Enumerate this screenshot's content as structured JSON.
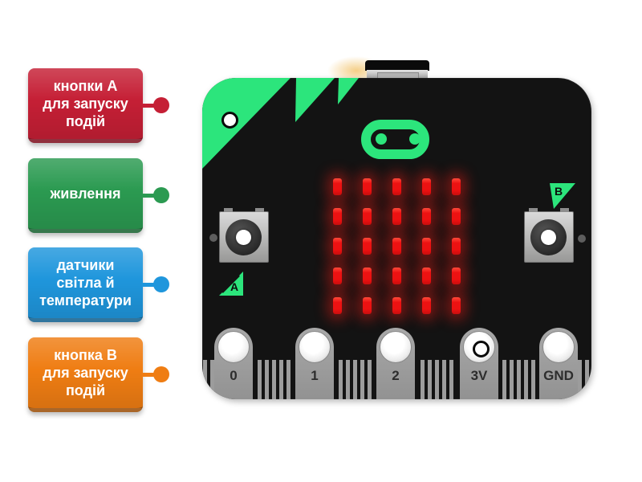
{
  "activity": {
    "kind_hint": "labelled-diagram",
    "background": "#ffffff"
  },
  "labels": [
    {
      "text": "кнопки А для запуску подій",
      "color": "#c51f35"
    },
    {
      "text": "живлення",
      "color": "#2b9a51"
    },
    {
      "text": "датчики світла й температури",
      "color": "#1f96dc"
    },
    {
      "text": "кнопка В для запуску подій",
      "color": "#ef7d13"
    }
  ],
  "board": {
    "body_color": "#131313",
    "accent_green": "#2ce57c",
    "led_color": "#ec1212",
    "led_grid": [
      [
        1,
        1,
        1,
        1,
        1
      ],
      [
        1,
        1,
        1,
        1,
        1
      ],
      [
        1,
        1,
        1,
        1,
        1
      ],
      [
        1,
        1,
        1,
        1,
        1
      ],
      [
        1,
        1,
        1,
        1,
        1
      ]
    ],
    "button_a_label": "A",
    "button_b_label": "B",
    "pins": [
      {
        "label": "0"
      },
      {
        "label": "1"
      },
      {
        "label": "2"
      },
      {
        "label": "3V"
      },
      {
        "label": "GND"
      }
    ],
    "drop_points": [
      "logo-corner-area",
      "button-a-center",
      "button-b-center",
      "pin-3v"
    ]
  }
}
